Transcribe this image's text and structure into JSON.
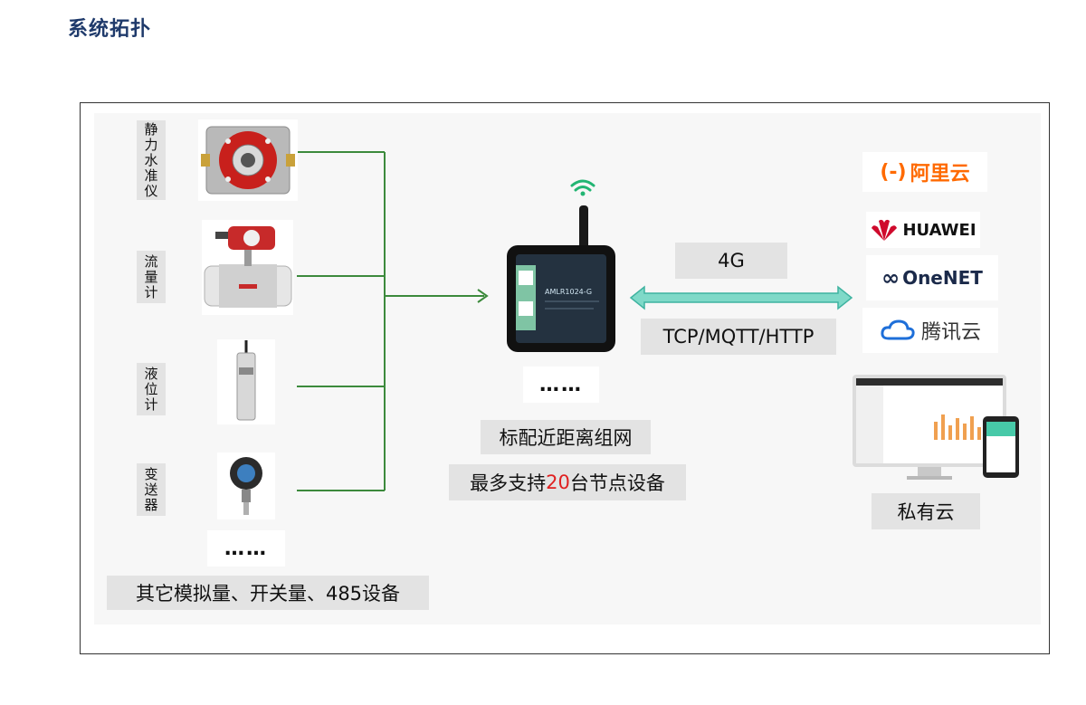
{
  "header": {
    "title": "系统拓扑"
  },
  "devices": [
    {
      "label_chars": [
        "静",
        "力",
        "水",
        "准",
        "仪"
      ]
    },
    {
      "label_chars": [
        "流",
        "量",
        "计"
      ]
    },
    {
      "label_chars": [
        "液",
        "位",
        "计"
      ]
    },
    {
      "label_chars": [
        "变",
        "送",
        "器"
      ]
    }
  ],
  "left": {
    "ellipsis": "……",
    "other_devices": "其它模拟量、开关量、485设备"
  },
  "gateway": {
    "model": "AMLR1024-G",
    "ellipsis": "……",
    "caption_line1": "标配近距离组网",
    "caption_line2_prefix": "最多支持",
    "caption_line2_highlight": "20",
    "caption_line2_suffix": "台节点设备"
  },
  "link": {
    "network": "4G",
    "protocols": "TCP/MQTT/HTTP"
  },
  "clouds": {
    "aliyun": {
      "mark": "(-)",
      "text": "阿里云"
    },
    "huawei": "HUAWEI",
    "onenet": {
      "mark": "∞",
      "text": "OneNET"
    },
    "tencent": "腾讯云",
    "private": "私有云"
  },
  "colors": {
    "title": "#1f3a6b",
    "line_green": "#3c8a3c",
    "arrow_teal": "#5fc9b8",
    "aliyun_orange": "#ff6a00",
    "huawei_red": "#cf0a2c",
    "tencent_blue": "#1e6fd9",
    "highlight_red": "#e02020"
  }
}
